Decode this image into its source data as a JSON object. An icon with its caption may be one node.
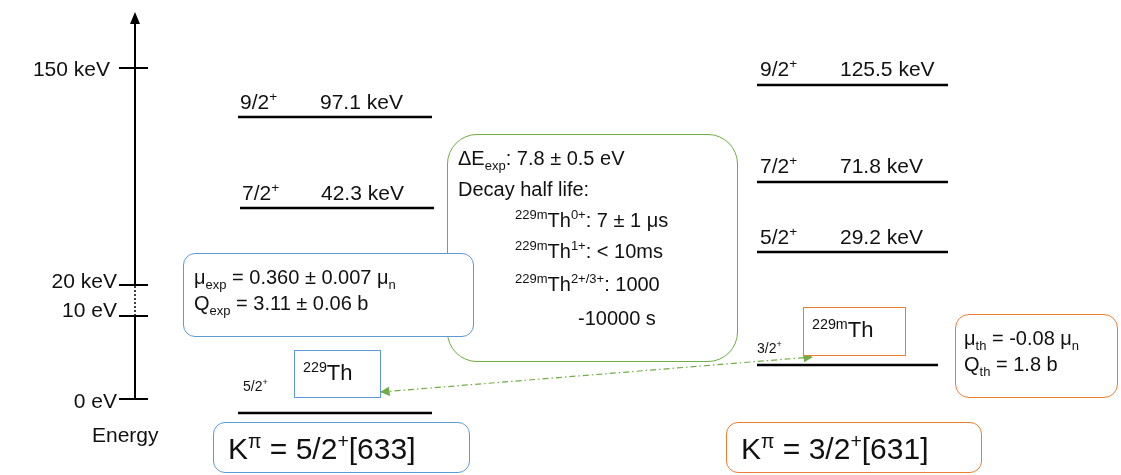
{
  "diagram": {
    "nodes": [
      {
        "text": [
          "μ$_{exp}$ = 0.360 ± 0.007 μ$_{n}$",
          "Q$_{exp}$ = 3.11 ± 0.06 b"
        ]
      },
      {
        "text": [
          "ΔE$_{exp}$: 7.8 ± 0.5 eV",
          "Decay half life:",
          "$^{229m}$Th$^{0+}$: 7 ± 1 μs",
          "$^{229m}$Th$^{1+}$: < 10ms",
          "$^{229m}$Th$^{2+/3+}$: 1000 -10000 s"
        ]
      },
      {
        "text": [
          "$^{229}$Th"
        ]
      },
      {
        "text": [
          "$^{229m}$Th"
        ]
      },
      {
        "text": [
          "μ$_{th}$ = -0.08 μ$_{n}$",
          "Q$_{th}$ = 1.8 b"
        ]
      },
      {
        "text": [
          "K$^{π}$ = 5/2$^{+}$[633]"
        ]
      },
      {
        "text": [
          "K$^{π}$ = 3/2$^{+}$[631]"
        ]
      }
    ],
    "edges": [
      {
        "from": 2,
        "to": 3,
        "arrow": "both",
        "style": "dashed",
        "color": "#70ad47"
      }
    ],
    "labels": [
      "150 keV",
      "9/2$^{+}$",
      "125.5 keV",
      "9/2$^{+}$",
      "97.1 keV",
      "7/2$^{+}$",
      "42.3 keV",
      "7/2$^{+}$",
      "71.8 keV",
      "5/2$^{+}$",
      "29.2 keV",
      "20 keV",
      "10 eV",
      "3/2$^{+}$",
      "5/2$^{+}$",
      "0 eV",
      "Energy"
    ]
  }
}
